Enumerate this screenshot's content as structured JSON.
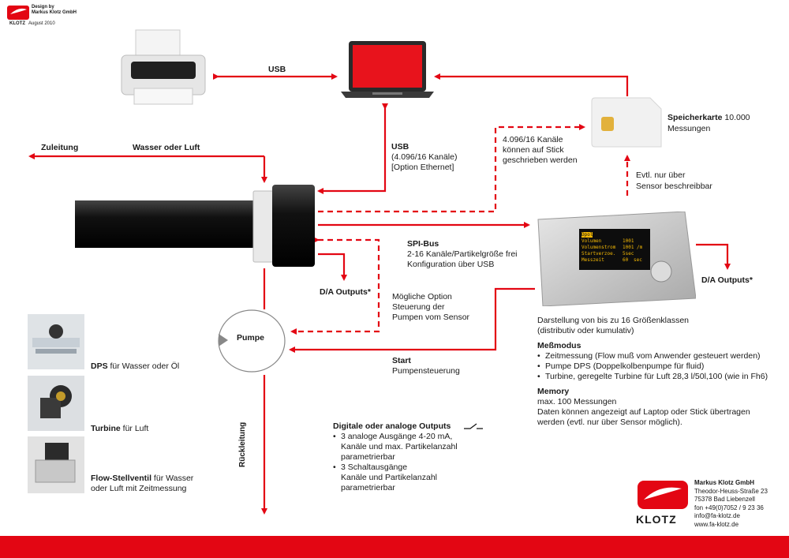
{
  "header": {
    "design_by": "Design by",
    "designer": "Markus Klotz GmbH",
    "brand": "KLOTZ",
    "date": "August 2010"
  },
  "labels": {
    "usb_top": "USB",
    "zuleitung": "Zuleitung",
    "wasser_luft": "Wasser oder Luft",
    "usb_mid": "USB",
    "usb_mid_line2": "(4.096/16 Kanäle)",
    "usb_mid_line3": "[Option Ethernet]",
    "stick_line1": "4.096/16 Kanäle",
    "stick_line2": "können auf Stick",
    "stick_line3": "geschrieben  werden",
    "speicher_title": "Speicherkarte",
    "speicher_count": " 10.000",
    "speicher_sub": "Messungen",
    "evtl_line1": "Evtl. nur über",
    "evtl_line2": "Sensor beschreibbar",
    "spi_title": "SPI-Bus",
    "spi_line1": "2-16 Kanäle/Partikelgröße frei",
    "spi_line2": "Konfiguration über USB",
    "da_left": "D/A Outputs*",
    "da_right": "D/A Outputs*",
    "option_line1": "Mögliche Option",
    "option_line2": "Steuerung der",
    "option_line3": "Pumpen vom Sensor",
    "pumpe": "Pumpe",
    "start_title": "Start",
    "start_sub": "Pumpensteuerung",
    "rueckleitung": "Rückleitung"
  },
  "sensor_display": {
    "row1": [
      "Dpol",
      "",
      ""
    ],
    "row2": [
      "Volumen",
      "1001",
      ""
    ],
    "row3": [
      "Volumenstrom",
      "1001",
      "/m"
    ],
    "row4": [
      "Startverzoe.",
      "5sec",
      ""
    ],
    "row5": [
      "Messzeit",
      "60",
      "sec"
    ]
  },
  "description": {
    "line1": "Darstellung von bis zu 16 Größenklassen",
    "line2": "(distributiv oder kumulativ)",
    "messmodus_title": "Meßmodus",
    "messmodus_items": [
      "Zeitmessung (Flow muß vom Anwender gesteuert werden)",
      "Pumpe DPS (Doppelkolbenpumpe für fluid)",
      "Turbine, geregelte Turbine für Luft 28,3 l/50l,100 (wie in Fh6)"
    ],
    "memory_title": "Memory",
    "memory_line1": "max. 100 Messungen",
    "memory_line2": "Daten können angezeigt auf Laptop oder Stick übertragen",
    "memory_line3": "werden (evtl. nur über Sensor möglich)."
  },
  "outputs": {
    "title": "Digitale oder analoge Outputs",
    "items": [
      "3 analoge Ausgänge 4-20 mA,",
      "3 Schaltausgänge"
    ],
    "item1_line2": "Kanäle und max. Partikelanzahl",
    "item1_line3": "parametrierbar",
    "item2_line2": "Kanäle und Partikelanzahl",
    "item2_line3": "parametrierbar"
  },
  "pumps": [
    {
      "name": "DPS",
      "rest": " für Wasser oder Öl"
    },
    {
      "name": "Turbine",
      "rest": " für Luft"
    },
    {
      "name": "Flow-Stellventil",
      "rest": " für Wasser",
      "line2": "oder Luft mit Zeitmessung"
    }
  ],
  "company": {
    "name": "Markus Klotz GmbH",
    "street": "Theodor-Heuss-Straße 23",
    "city": "75378 Bad Liebenzell",
    "phone": "fon +49(0)7052 / 9 23 36",
    "email": "info@fa-klotz.de",
    "web": "www.fa-klotz.de",
    "logo_text": "KLOTZ"
  },
  "colors": {
    "accent": "#e30613",
    "pipe": "#111111"
  }
}
